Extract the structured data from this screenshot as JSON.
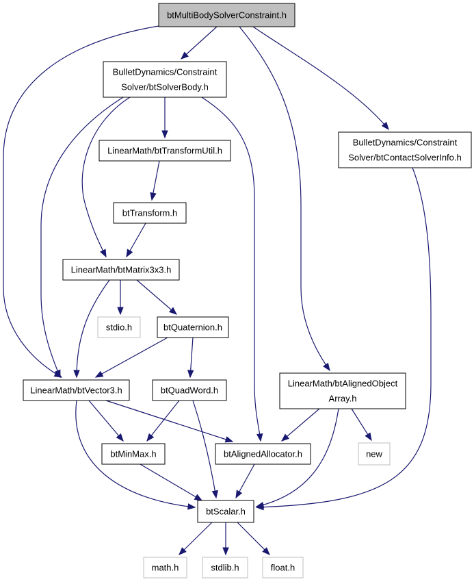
{
  "graph": {
    "nodes": {
      "root": [
        "btMultiBodySolverConstraint.h"
      ],
      "solverbody": [
        "BulletDynamics/Constraint",
        "Solver/btSolverBody.h"
      ],
      "contactinfo": [
        "BulletDynamics/Constraint",
        "Solver/btContactSolverInfo.h"
      ],
      "transformutil": [
        "LinearMath/btTransformUtil.h"
      ],
      "transform": [
        "btTransform.h"
      ],
      "matrix3x3": [
        "LinearMath/btMatrix3x3.h"
      ],
      "stdio": [
        "stdio.h"
      ],
      "quaternion": [
        "btQuaternion.h"
      ],
      "vector3": [
        "LinearMath/btVector3.h"
      ],
      "quadword": [
        "btQuadWord.h"
      ],
      "alignedarray": [
        "LinearMath/btAlignedObject",
        "Array.h"
      ],
      "new": [
        "new"
      ],
      "minmax": [
        "btMinMax.h"
      ],
      "allocator": [
        "btAlignedAllocator.h"
      ],
      "scalar": [
        "btScalar.h"
      ],
      "math": [
        "math.h"
      ],
      "stdlib": [
        "stdlib.h"
      ],
      "float": [
        "float.h"
      ]
    },
    "edges": [
      [
        "root",
        "solverbody"
      ],
      [
        "root",
        "vector3"
      ],
      [
        "root",
        "alignedarray"
      ],
      [
        "root",
        "contactinfo"
      ],
      [
        "solverbody",
        "transformutil"
      ],
      [
        "solverbody",
        "matrix3x3"
      ],
      [
        "solverbody",
        "vector3"
      ],
      [
        "solverbody",
        "allocator"
      ],
      [
        "transformutil",
        "transform"
      ],
      [
        "transform",
        "matrix3x3"
      ],
      [
        "matrix3x3",
        "stdio"
      ],
      [
        "matrix3x3",
        "quaternion"
      ],
      [
        "matrix3x3",
        "vector3"
      ],
      [
        "quaternion",
        "vector3"
      ],
      [
        "quaternion",
        "quadword"
      ],
      [
        "vector3",
        "minmax"
      ],
      [
        "vector3",
        "allocator"
      ],
      [
        "vector3",
        "scalar"
      ],
      [
        "quadword",
        "minmax"
      ],
      [
        "quadword",
        "scalar"
      ],
      [
        "alignedarray",
        "allocator"
      ],
      [
        "alignedarray",
        "new"
      ],
      [
        "alignedarray",
        "scalar"
      ],
      [
        "contactinfo",
        "scalar"
      ],
      [
        "minmax",
        "scalar"
      ],
      [
        "allocator",
        "scalar"
      ],
      [
        "scalar",
        "math"
      ],
      [
        "scalar",
        "stdlib"
      ],
      [
        "scalar",
        "float"
      ]
    ],
    "colors": {
      "edge": "#191970",
      "root_fill": "#bfbfbf",
      "external_border": "#bfbfbf",
      "node_border": "#000000"
    }
  }
}
